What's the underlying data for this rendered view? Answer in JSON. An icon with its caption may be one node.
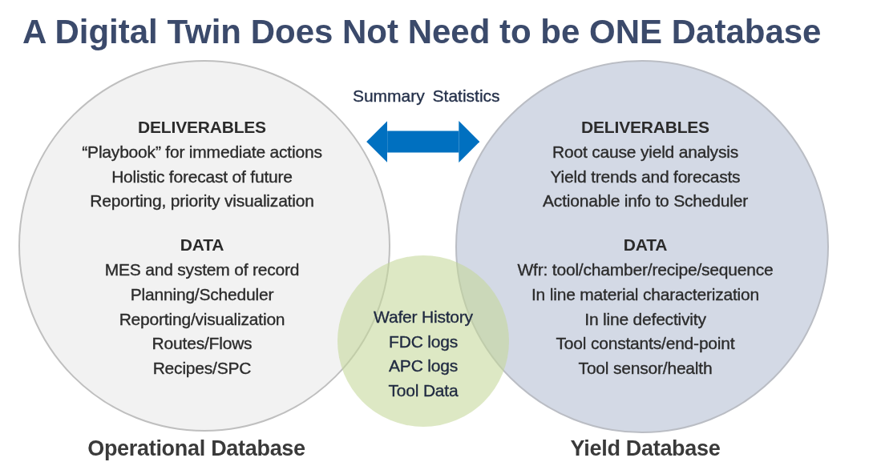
{
  "diagram": {
    "title": "A Digital Twin Does Not Need to be ONE Database",
    "nodes": [
      {
        "text": [
          "DELIVERABLES",
          "“Playbook” for immediate actions",
          "Holistic forecast of future",
          "Reporting, priority visualization",
          "DATA",
          "MES and system of record",
          "Planning/Scheduler",
          "Reporting/visualization",
          "Routes/Flows",
          "Recipes/SPC"
        ],
        "beside": [
          "Operational Database"
        ]
      },
      {
        "text": [
          "DELIVERABLES",
          "Root cause yield analysis",
          "Yield trends and forecasts",
          "Actionable info to Scheduler",
          "DATA",
          "Wfr: tool/chamber/recipe/sequence",
          "In line material characterization",
          "In line defectivity",
          "Tool constants/end-point",
          "Tool sensor/health"
        ],
        "beside": [
          "Yield Database"
        ]
      },
      {
        "text": [
          "Wafer History",
          "FDC logs",
          "APC logs",
          "Tool Data"
        ]
      }
    ],
    "edges": [
      {
        "from": 0,
        "to": 1,
        "arrow": "both",
        "label": "Summary Statistics",
        "color": "#0070c0"
      }
    ]
  }
}
